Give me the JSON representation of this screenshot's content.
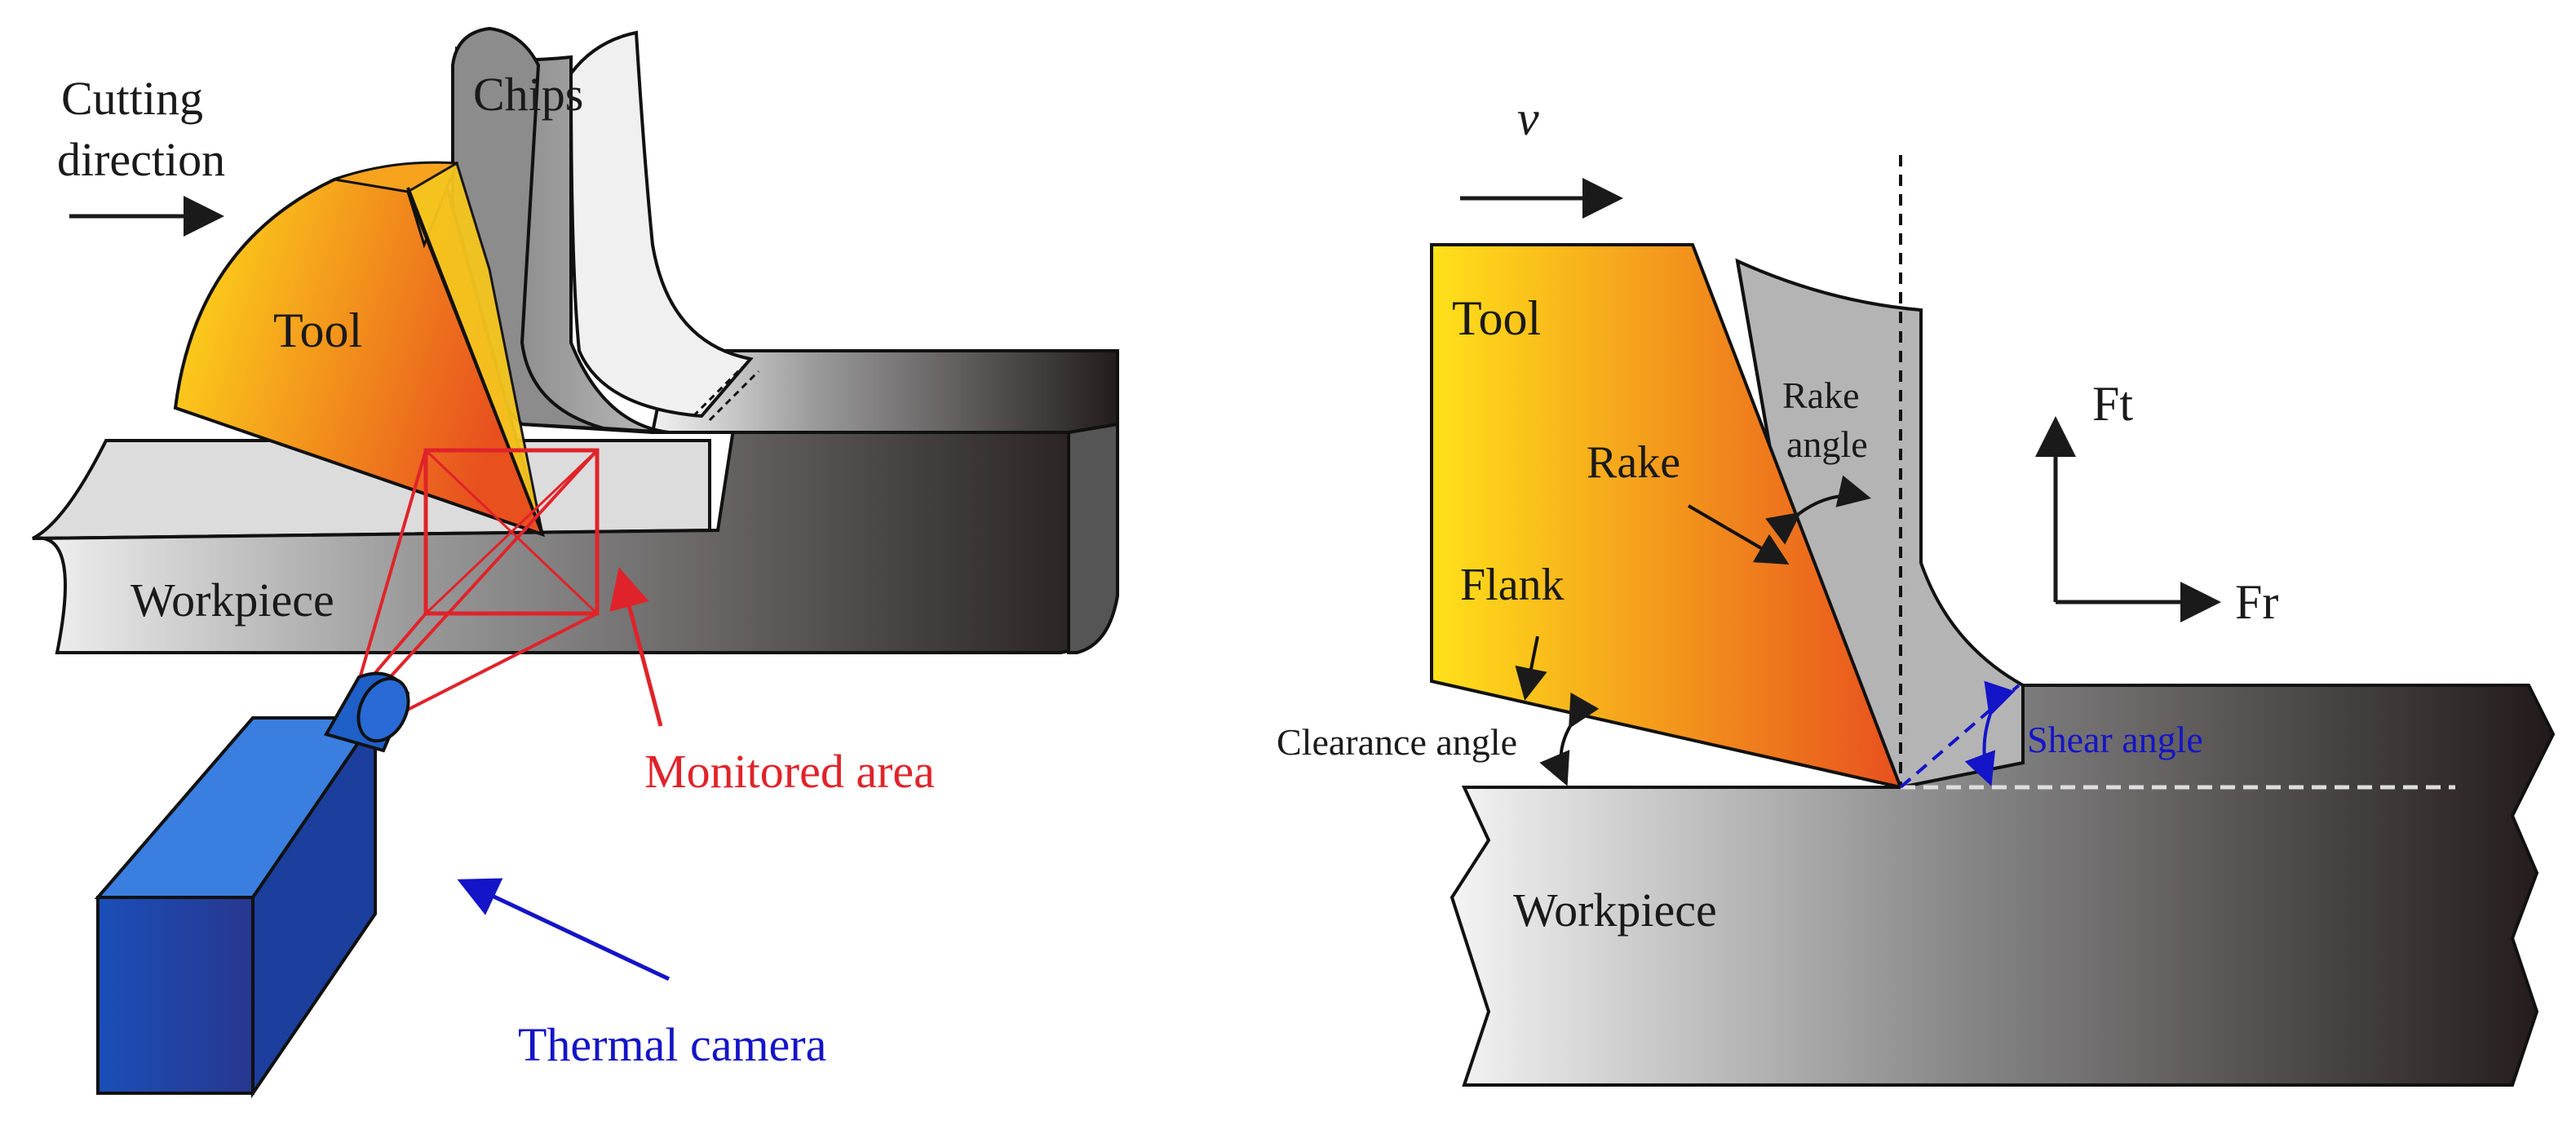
{
  "left_panel": {
    "cutting_direction_line1": "Cutting",
    "cutting_direction_line2": "direction",
    "chips": "Chips",
    "tool": "Tool",
    "workpiece": "Workpiece",
    "monitored_area": "Monitored area",
    "thermal_camera": "Thermal camera"
  },
  "right_panel": {
    "velocity": "v",
    "tool": "Tool",
    "rake_angle_line1": "Rake",
    "rake_angle_line2": "angle",
    "rake": "Rake",
    "flank": "Flank",
    "clearance_angle": "Clearance angle",
    "shear_angle": "Shear angle",
    "force_tangential": "Ft",
    "force_radial": "Fr",
    "workpiece": "Workpiece"
  },
  "colors": {
    "tool_gradient_start": "#ffe11a",
    "tool_gradient_end": "#e8501e",
    "workpiece_light": "#f0f0f0",
    "workpiece_dark": "#231c1c",
    "monitor_red": "#e0232a",
    "camera_blue": "#1f5fc8",
    "annotation_blue": "#1414c8"
  }
}
